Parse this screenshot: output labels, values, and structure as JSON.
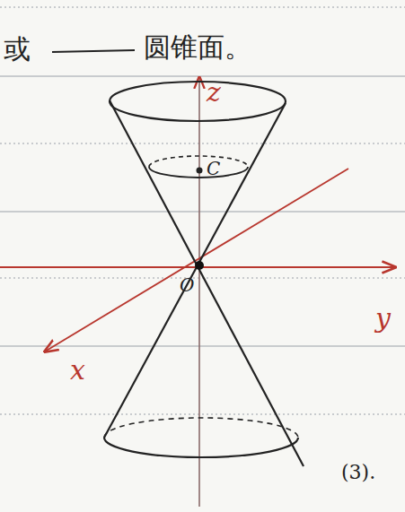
{
  "diagram": {
    "labels": [
      "或",
      "圆锥面。",
      "z",
      "y",
      "x",
      "O",
      "C",
      "(3)."
    ]
  }
}
